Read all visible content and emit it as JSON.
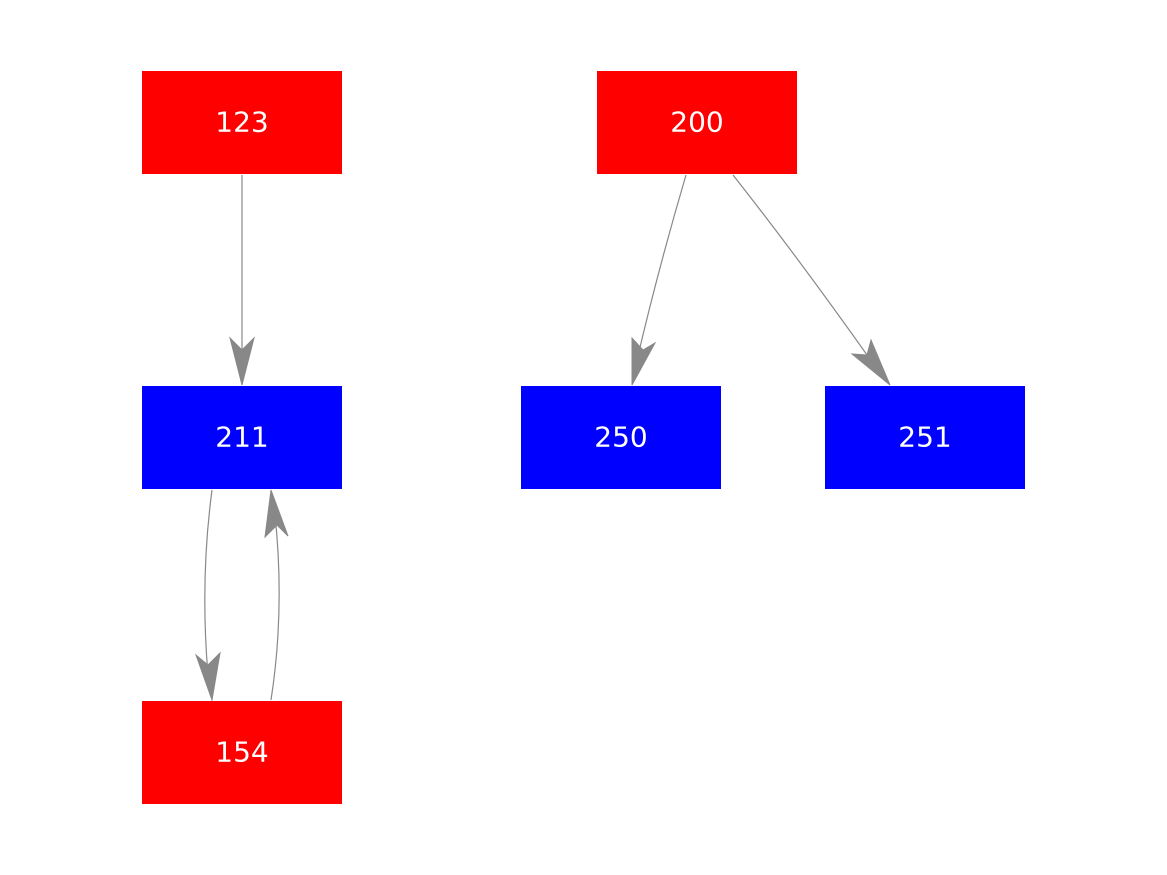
{
  "colors": {
    "red_node": "#ff0000",
    "blue_node": "#0000ff",
    "edge": "#888888",
    "label": "#ffffff"
  },
  "nodes": [
    {
      "id": "n123",
      "label": "123",
      "color": "red"
    },
    {
      "id": "n200",
      "label": "200",
      "color": "red"
    },
    {
      "id": "n211",
      "label": "211",
      "color": "blue"
    },
    {
      "id": "n250",
      "label": "250",
      "color": "blue"
    },
    {
      "id": "n251",
      "label": "251",
      "color": "blue"
    },
    {
      "id": "n154",
      "label": "154",
      "color": "red"
    }
  ],
  "edges": [
    {
      "from": "123",
      "to": "211"
    },
    {
      "from": "200",
      "to": "250"
    },
    {
      "from": "200",
      "to": "251"
    },
    {
      "from": "211",
      "to": "154"
    },
    {
      "from": "154",
      "to": "211"
    }
  ]
}
